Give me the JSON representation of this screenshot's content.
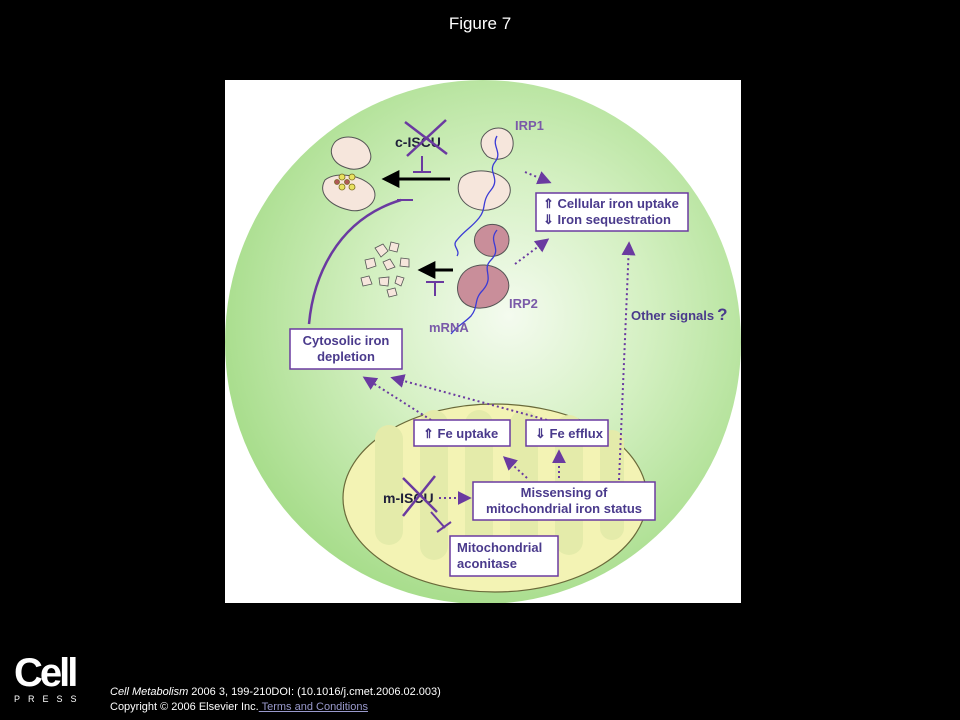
{
  "figure_title": "Figure 7",
  "diagram": {
    "c_iscu_label": "c-ISCU",
    "irp1_label": "IRP1",
    "irp2_label": "IRP2",
    "mrna_label": "mRNA",
    "uptake_box": [
      "⇑ Cellular iron uptake",
      "⇓ Iron sequestration"
    ],
    "cytosolic_box": [
      "Cytosolic iron",
      "depletion"
    ],
    "other_signals": "Other signals",
    "other_signals_mark": "?",
    "fe_uptake": "⇑ Fe uptake",
    "fe_efflux": "⇓ Fe efflux",
    "m_iscu_label": "m-ISCU",
    "missensing_box": [
      "Missensing of",
      "mitochondrial iron  status"
    ],
    "aconitase_box": [
      "Mitochondrial",
      "aconitase"
    ]
  },
  "footer": {
    "journal": "Cell Metabolism",
    "citation": " 2006 3, 199-210DOI: (10.1016/j.cmet.2006.02.003)",
    "copyright": "Copyright © 2006 Elsevier Inc.",
    "terms_link": " Terms and Conditions"
  },
  "logo": {
    "word": "Cell",
    "sub": "PRESS"
  },
  "colors": {
    "cell_green": "#a8de8a",
    "mito_yellow": "#f2f2b0",
    "arrow_purple": "#6a3aa0",
    "box_border": "#6a3aa0"
  }
}
